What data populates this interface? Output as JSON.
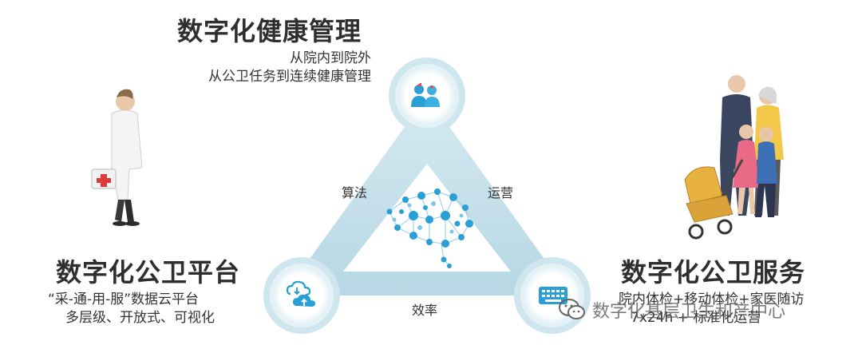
{
  "top": {
    "title": "数字化健康管理",
    "line1": "从院内到院外",
    "line2": "从公卫任务到连续健康管理",
    "icon": "doctors-icon"
  },
  "left": {
    "title": "数字化公卫平台",
    "line1": "“采-通-用-服”数据云平台",
    "line2": "多层级、开放式、可视化",
    "icon": "cloud-sync-icon"
  },
  "right": {
    "title": "数字化公卫服务",
    "line1": "院内体检+移动体检+家医随访",
    "line2": "7x24h + 标准化运营",
    "icon": "keyboard-icon"
  },
  "triangle": {
    "left_edge": "算法",
    "right_edge": "运营",
    "bottom_edge": "效率",
    "center": "brain-network-icon"
  },
  "watermark": {
    "text": "数字化基层卫生和产中心",
    "icon": "wechat-icon"
  },
  "colors": {
    "accent": "#2a9fd6",
    "triangle": "#b8d9e6",
    "node_ring": "#d6ecf4"
  }
}
